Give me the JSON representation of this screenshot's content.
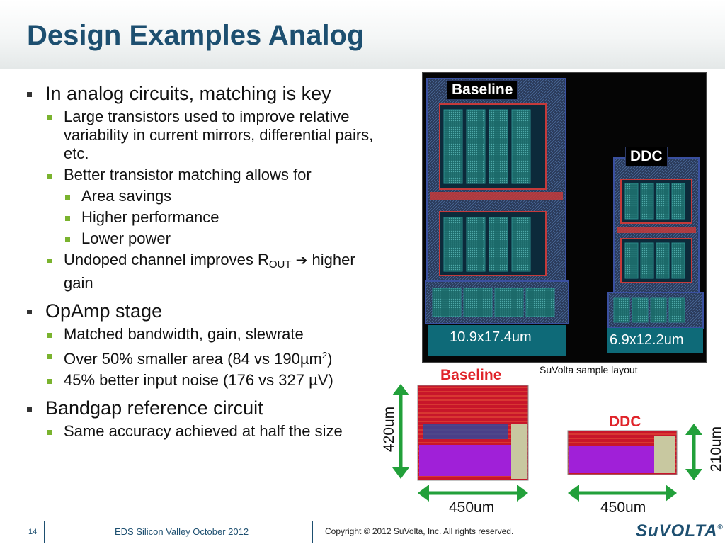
{
  "slide": {
    "title": "Design Examples Analog",
    "bullets": [
      {
        "level": 1,
        "text": "In analog circuits, matching is key"
      },
      {
        "level": 2,
        "text": "Large transistors used to improve relative variability in current mirrors, differential pairs, etc."
      },
      {
        "level": 2,
        "text": "Better transistor matching allows for"
      },
      {
        "level": 3,
        "text": "Area savings"
      },
      {
        "level": 3,
        "text": "Higher performance"
      },
      {
        "level": 3,
        "text": "Lower power"
      },
      {
        "level": 2,
        "text_before": "Undoped channel improves R",
        "subscript": "OUT",
        "arrow": "➔",
        "text_after": "higher gain"
      },
      {
        "level": 1,
        "text": "OpAmp stage"
      },
      {
        "level": 2,
        "text": "Matched bandwidth, gain, slewrate"
      },
      {
        "level": 2,
        "text_before": "Over 50% smaller area (84 vs 190µm",
        "superscript": "2",
        "text_after": ")"
      },
      {
        "level": 2,
        "text": "45% better input noise (176 vs 327 µV)"
      },
      {
        "level": 1,
        "text": "Bandgap reference circuit"
      },
      {
        "level": 2,
        "text": "Same accuracy achieved at half the size"
      }
    ]
  },
  "layout_image": {
    "baseline_label": "Baseline",
    "ddc_label": "DDC",
    "baseline_dim": "10.9x17.4um",
    "ddc_dim": "6.9x12.2um",
    "caption": "SuVolta sample layout"
  },
  "bandgap_diagram": {
    "baseline_label": "Baseline",
    "ddc_label": "DDC",
    "baseline_height": "420um",
    "ddc_height": "210um",
    "baseline_width": "450um",
    "ddc_width": "450um"
  },
  "footer": {
    "page_number": "14",
    "event": "EDS Silicon Valley October 2012",
    "copyright": "Copyright © 2012 SuVolta, Inc. All rights reserved.",
    "logo": "SuVOLTA",
    "logo_mark": "®"
  },
  "colors": {
    "title": "#1d4f70",
    "accent_green": "#7ab32e",
    "label_red": "#e0242a",
    "layout_cyan_label": "#0e6a78"
  }
}
